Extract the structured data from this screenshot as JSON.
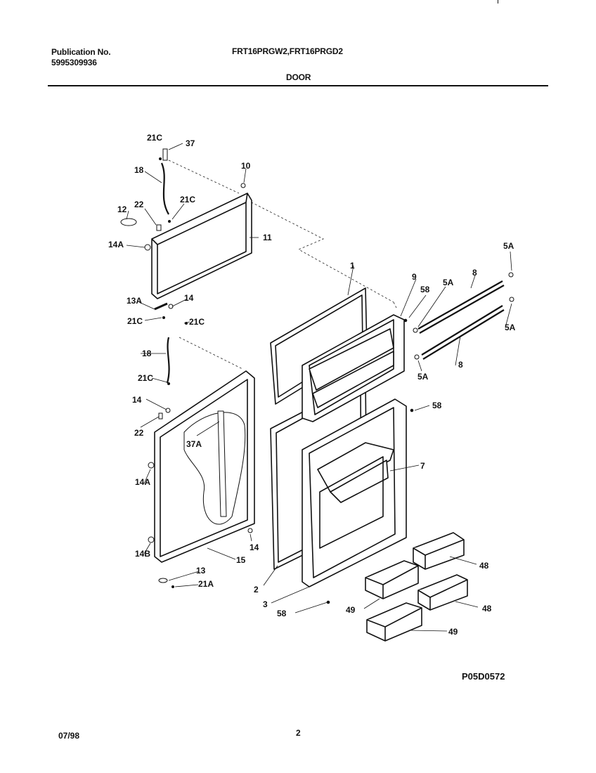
{
  "header": {
    "publication_label": "Publication No.",
    "publication_number": "5995309936",
    "model_numbers": "FRT16PRGW2,FRT16PRGD2",
    "section_title": "DOOR"
  },
  "diagram": {
    "callouts": [
      "21C",
      "37",
      "18",
      "10",
      "21C",
      "12",
      "22",
      "11",
      "14A",
      "1",
      "9",
      "58",
      "5A",
      "8",
      "5A",
      "5A",
      "13A",
      "14",
      "21C",
      "21C",
      "8",
      "18",
      "5A",
      "21C",
      "58",
      "14",
      "7",
      "37A",
      "22",
      "14A",
      "14B",
      "14",
      "15",
      "13",
      "21A",
      "48",
      "2",
      "3",
      "49",
      "48",
      "58",
      "49"
    ],
    "drawing_code": "P05D0572"
  },
  "footer": {
    "date": "07/98",
    "page_number": "2"
  }
}
